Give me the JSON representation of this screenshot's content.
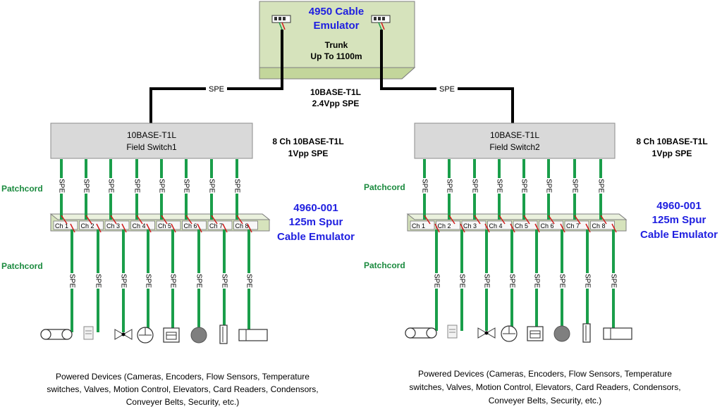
{
  "colors": {
    "emulator_fill": "#d6e3bc",
    "emulator_top": "#eaf1dd",
    "emulator_side": "#c3d69b",
    "switch_fill": "#d9d9d9",
    "trunk_wire": "#000000",
    "patch_green": "#1a9e4a",
    "blue_text": "#1f1fe0",
    "green_text": "#1a8a3e",
    "red_wire": "#d11a1a"
  },
  "emulator": {
    "title": "4950 Cable Emulator",
    "title_line1": "4950 Cable",
    "title_line2": "Emulator",
    "trunk_line1": "Trunk",
    "trunk_line2": "Up To 1100m"
  },
  "trunk": {
    "wire_label_left": "SPE",
    "wire_label_right": "SPE",
    "spec_line1": "10BASE-T1L",
    "spec_line2": "2.4Vpp SPE"
  },
  "switches": [
    {
      "line1": "10BASE-T1L",
      "line2": "Field Switch1",
      "spec_line1": "8 Ch  10BASE-T1L",
      "spec_line2": "1Vpp SPE",
      "patchcord_top": "Patchcord",
      "patchcord_bottom": "Patchcord",
      "spur_line1": "4960-001",
      "spur_line2": "125m Spur",
      "spur_line3": "Cable Emulator",
      "channels": [
        "Ch 1",
        "Ch 2",
        "Ch 3",
        "Ch 4",
        "Ch 5",
        "Ch 6",
        "Ch 7",
        "Ch 8"
      ],
      "wire_label": "SPE",
      "devices": [
        "conveyor-belt",
        "card-reader",
        "valve",
        "flow-meter",
        "camera",
        "motion-sensor",
        "elevator",
        "encoder"
      ],
      "caption_line1": "Powered Devices (Cameras, Encoders, Flow Sensors, Temperature",
      "caption_line2": "switches, Valves, Motion Control, Elevators, Card Readers, Condensors,",
      "caption_line3": "Conveyer Belts, Security, etc.)"
    },
    {
      "line1": "10BASE-T1L",
      "line2": "Field Switch2",
      "spec_line1": "8 Ch  10BASE-T1L",
      "spec_line2": "1Vpp SPE",
      "patchcord_top": "Patchcord",
      "patchcord_bottom": "Patchcord",
      "spur_line1": "4960-001",
      "spur_line2": "125m Spur",
      "spur_line3": "Cable Emulator",
      "channels": [
        "Ch 1",
        "Ch 2",
        "Ch 3",
        "Ch 4",
        "Ch 5",
        "Ch 6",
        "Ch 7",
        "Ch 8"
      ],
      "wire_label": "SPE",
      "devices": [
        "conveyor-belt",
        "card-reader",
        "valve",
        "flow-meter",
        "camera",
        "motion-sensor",
        "elevator",
        "encoder"
      ],
      "caption_line1": "Powered Devices (Cameras, Encoders, Flow Sensors, Temperature",
      "caption_line2": "switches, Valves, Motion Control, Elevators, Card Readers, Condensors,",
      "caption_line3": "Conveyer Belts, Security, etc.)"
    }
  ]
}
